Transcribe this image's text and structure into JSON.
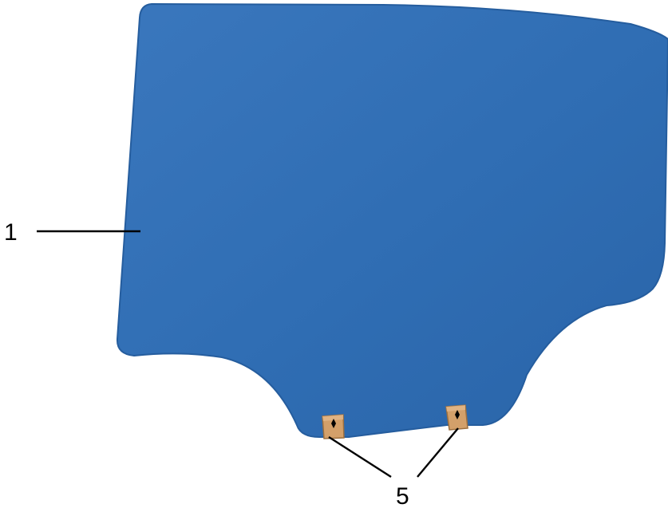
{
  "diagram": {
    "colors": {
      "glass": "#2f6db3",
      "glass_edge": "#255d9e",
      "glass_highlight": "#4a86c8",
      "clip": "#d3a06a",
      "clip_edge": "#9c6f3f",
      "leader": "#000000",
      "label": "#000000"
    },
    "parts": [
      {
        "id": "window-glass",
        "callout": "1"
      },
      {
        "id": "glass-mounting-clips",
        "callout": "5",
        "count": 2
      }
    ],
    "callouts": {
      "glass": "1",
      "clips": "5"
    }
  }
}
